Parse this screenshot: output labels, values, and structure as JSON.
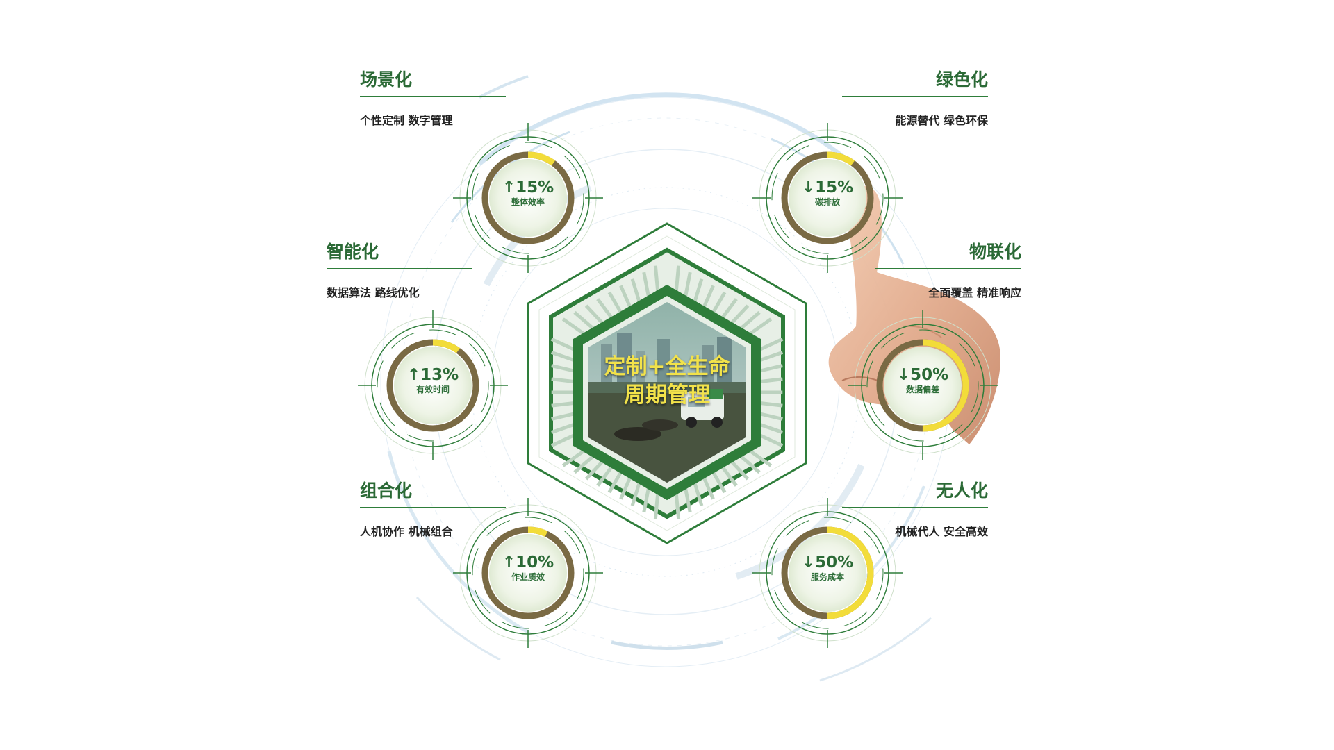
{
  "center": {
    "line1": "定制+全生命",
    "line2": "周期管理"
  },
  "features": [
    {
      "id": "scene",
      "title": "场景化",
      "subtitle": "个性定制 数字管理",
      "direction": "↑",
      "value": "15%",
      "caption": "整体效率",
      "progress": 0.1
    },
    {
      "id": "green",
      "title": "绿色化",
      "subtitle": "能源替代 绿色环保",
      "direction": "↓",
      "value": "15%",
      "caption": "碳排放",
      "progress": 0.1
    },
    {
      "id": "smart",
      "title": "智能化",
      "subtitle": "数据算法 路线优化",
      "direction": "↑",
      "value": "13%",
      "caption": "有效时间",
      "progress": 0.1
    },
    {
      "id": "iot",
      "title": "物联化",
      "subtitle": "全面覆盖 精准响应",
      "direction": "↓",
      "value": "50%",
      "caption": "数据偏差",
      "progress": 0.5
    },
    {
      "id": "combo",
      "title": "组合化",
      "subtitle": "人机协作 机械组合",
      "direction": "↑",
      "value": "10%",
      "caption": "作业质效",
      "progress": 0.07
    },
    {
      "id": "unmanned",
      "title": "无人化",
      "subtitle": "机械代人 安全高效",
      "direction": "↓",
      "value": "50%",
      "caption": "服务成本",
      "progress": 0.5
    }
  ],
  "colors": {
    "primary_green": "#2e7d3a",
    "dark_green": "#1f6b2d",
    "ring_brown": "#7a6a44",
    "progress_yellow": "#f2dc3a",
    "light_blue": "#d6e6f2",
    "center_text": "#f2e24a"
  },
  "icons": {
    "pointer": "hand-pointing-icon"
  }
}
